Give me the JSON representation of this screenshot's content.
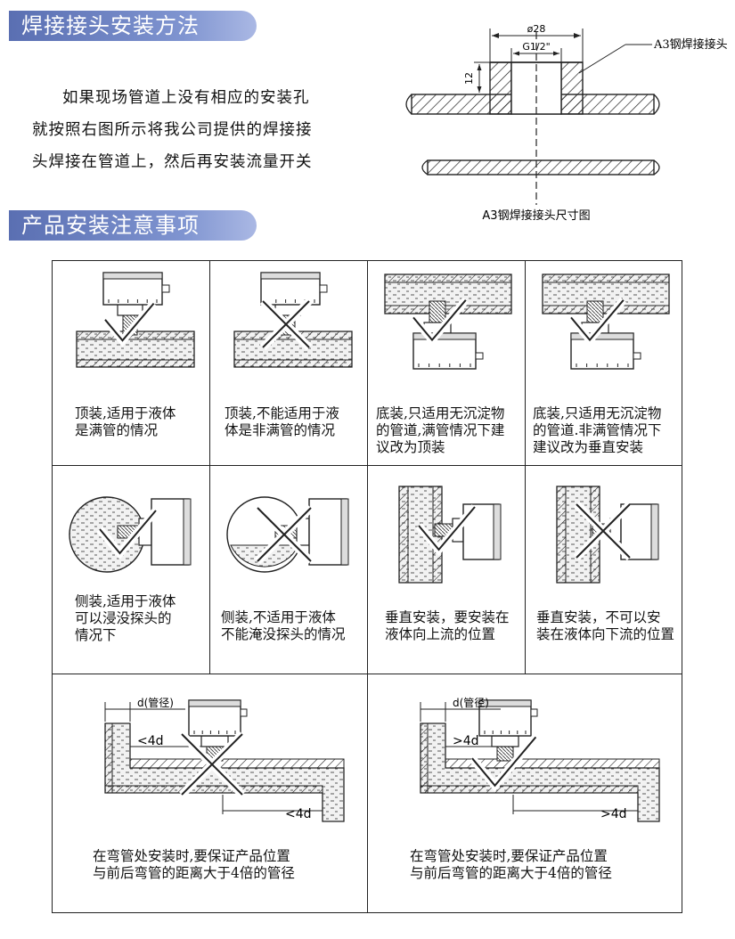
{
  "section1": {
    "title": "焊接接头安装方法"
  },
  "intro": {
    "lines": [
      "如果现场管道上没有相应的安装孔",
      "就按照右图所示将我公司提供的焊接接",
      "头焊接在管道上，然后再安装流量开关"
    ]
  },
  "weld_diagram": {
    "dim_outer": "ø28",
    "dim_thread": "G1/2\"",
    "dim_height": "12",
    "callout": "A3钢焊接接头",
    "caption": "A3钢焊接接头尺寸图"
  },
  "section2": {
    "title": "产品安装注意事项"
  },
  "cells": [
    {
      "caption": "顶装,适用于液体\n是满管的情况",
      "verdict": "ok"
    },
    {
      "caption": "顶装,不能适用于液\n体是非满管的情况",
      "verdict": "no"
    },
    {
      "caption": "底装,只适用无沉淀物\n的管道,满管情况下建\n议改为顶装",
      "verdict": "ok"
    },
    {
      "caption": "底装,只适用无沉淀物\n的管道.非满管情况下\n建议改为垂直安装",
      "verdict": "ok"
    },
    {
      "caption": "侧装,适用于液体\n可以浸没探头的\n情况下",
      "verdict": "ok"
    },
    {
      "caption": "侧装,不适用于液体\n不能淹没探头的情况",
      "verdict": "no"
    },
    {
      "caption": "垂直安装，要安装在\n液体向上流的位置",
      "verdict": "ok"
    },
    {
      "caption": "垂直安装，不可以安\n装在液体向下流的位置",
      "verdict": "no"
    },
    {
      "caption": "在弯管处安装时,要保证产品位置\n与前后弯管的距离大于4倍的管径",
      "verdict": "no"
    },
    {
      "caption": "在弯管处安装时,要保证产品位置\n与前后弯管的距离大于4倍的管径",
      "verdict": "ok"
    }
  ],
  "bend_left": {
    "d_label": "d(管径)",
    "dist1": "<4d",
    "dist2": "<4d"
  },
  "bend_right": {
    "d_label": "d(管径)",
    "dist1": ">4d",
    "dist2": ">4d"
  }
}
